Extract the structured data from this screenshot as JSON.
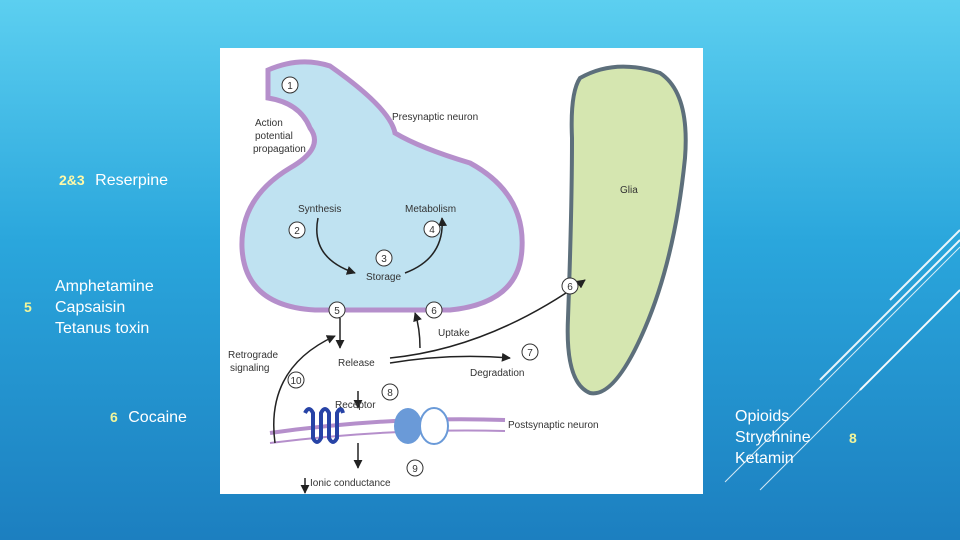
{
  "left_labels": {
    "r1_number": "2&3",
    "r1_text": "Reserpine",
    "r2_number": "5",
    "r2_lines": [
      "Amphetamine",
      "Capsaisin",
      "Tetanus toxin"
    ],
    "r3_number": "6",
    "r3_text": "Cocaine"
  },
  "right_labels": {
    "lines": [
      "Opioids",
      "Strychnine",
      "Ketamin"
    ],
    "number": "8"
  },
  "diagram": {
    "presynaptic": "Presynaptic neuron",
    "action": [
      "Action",
      "potential",
      "propagation"
    ],
    "glia": "Glia",
    "synthesis": "Synthesis",
    "metabolism": "Metabolism",
    "storage": "Storage",
    "uptake": "Uptake",
    "retrograde": [
      "Retrograde",
      "signaling"
    ],
    "release": "Release",
    "degradation": "Degradation",
    "receptor": "Receptor",
    "postsynaptic": "Postsynaptic neuron",
    "ionic": "Ionic conductance",
    "circles": [
      "1",
      "2",
      "3",
      "4",
      "5",
      "6",
      "6",
      "7",
      "8",
      "9",
      "10"
    ]
  },
  "colors": {
    "neuron_fill": "#bfe2f1",
    "membrane": "#b58fcb",
    "glia_fill": "#d5e6b0",
    "glia_border": "#5d6f7b"
  }
}
